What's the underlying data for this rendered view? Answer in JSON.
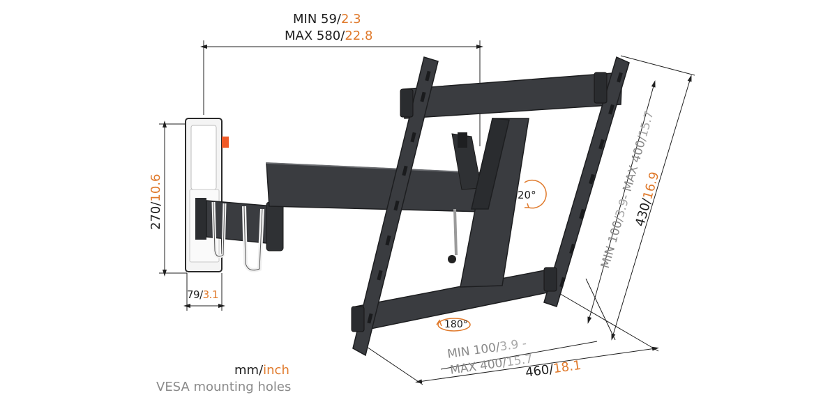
{
  "colors": {
    "dark_text": "#1f1f1f",
    "orange_text": "#e07a2c",
    "grey_text": "#8a8a8a",
    "bracket": "#3a3c40",
    "wall_plate": "#f2f2f2",
    "accent_tab": "#f05a28"
  },
  "labels": {
    "arm_min_mm": "MIN 59/",
    "arm_min_in": "2.3",
    "arm_max_mm": "MAX 580/",
    "arm_max_in": "22.8",
    "plate_height_mm": "270/",
    "plate_height_in": "10.6",
    "plate_width_mm": "79/",
    "plate_width_in": "3.1",
    "tilt_angle": "20°",
    "swivel_angle": "180°",
    "vesa_h_mm_min": "MIN 100/",
    "vesa_h_in_min": "3.9 -",
    "vesa_h_mm_max": "MAX 400/",
    "vesa_h_in_max": "15.7",
    "total_width_mm": "460/",
    "total_width_in": "18.1",
    "vesa_v_text_mm1": "MIN 100/",
    "vesa_v_text_in1": "3.9",
    "vesa_v_text_mm2": "- MAX 400/",
    "vesa_v_text_in2": "15.7",
    "total_height_mm": "430/",
    "total_height_in": "16.9",
    "unit_mm": "mm/",
    "unit_inch": "inch",
    "vesa_caption": "VESA mounting holes"
  }
}
